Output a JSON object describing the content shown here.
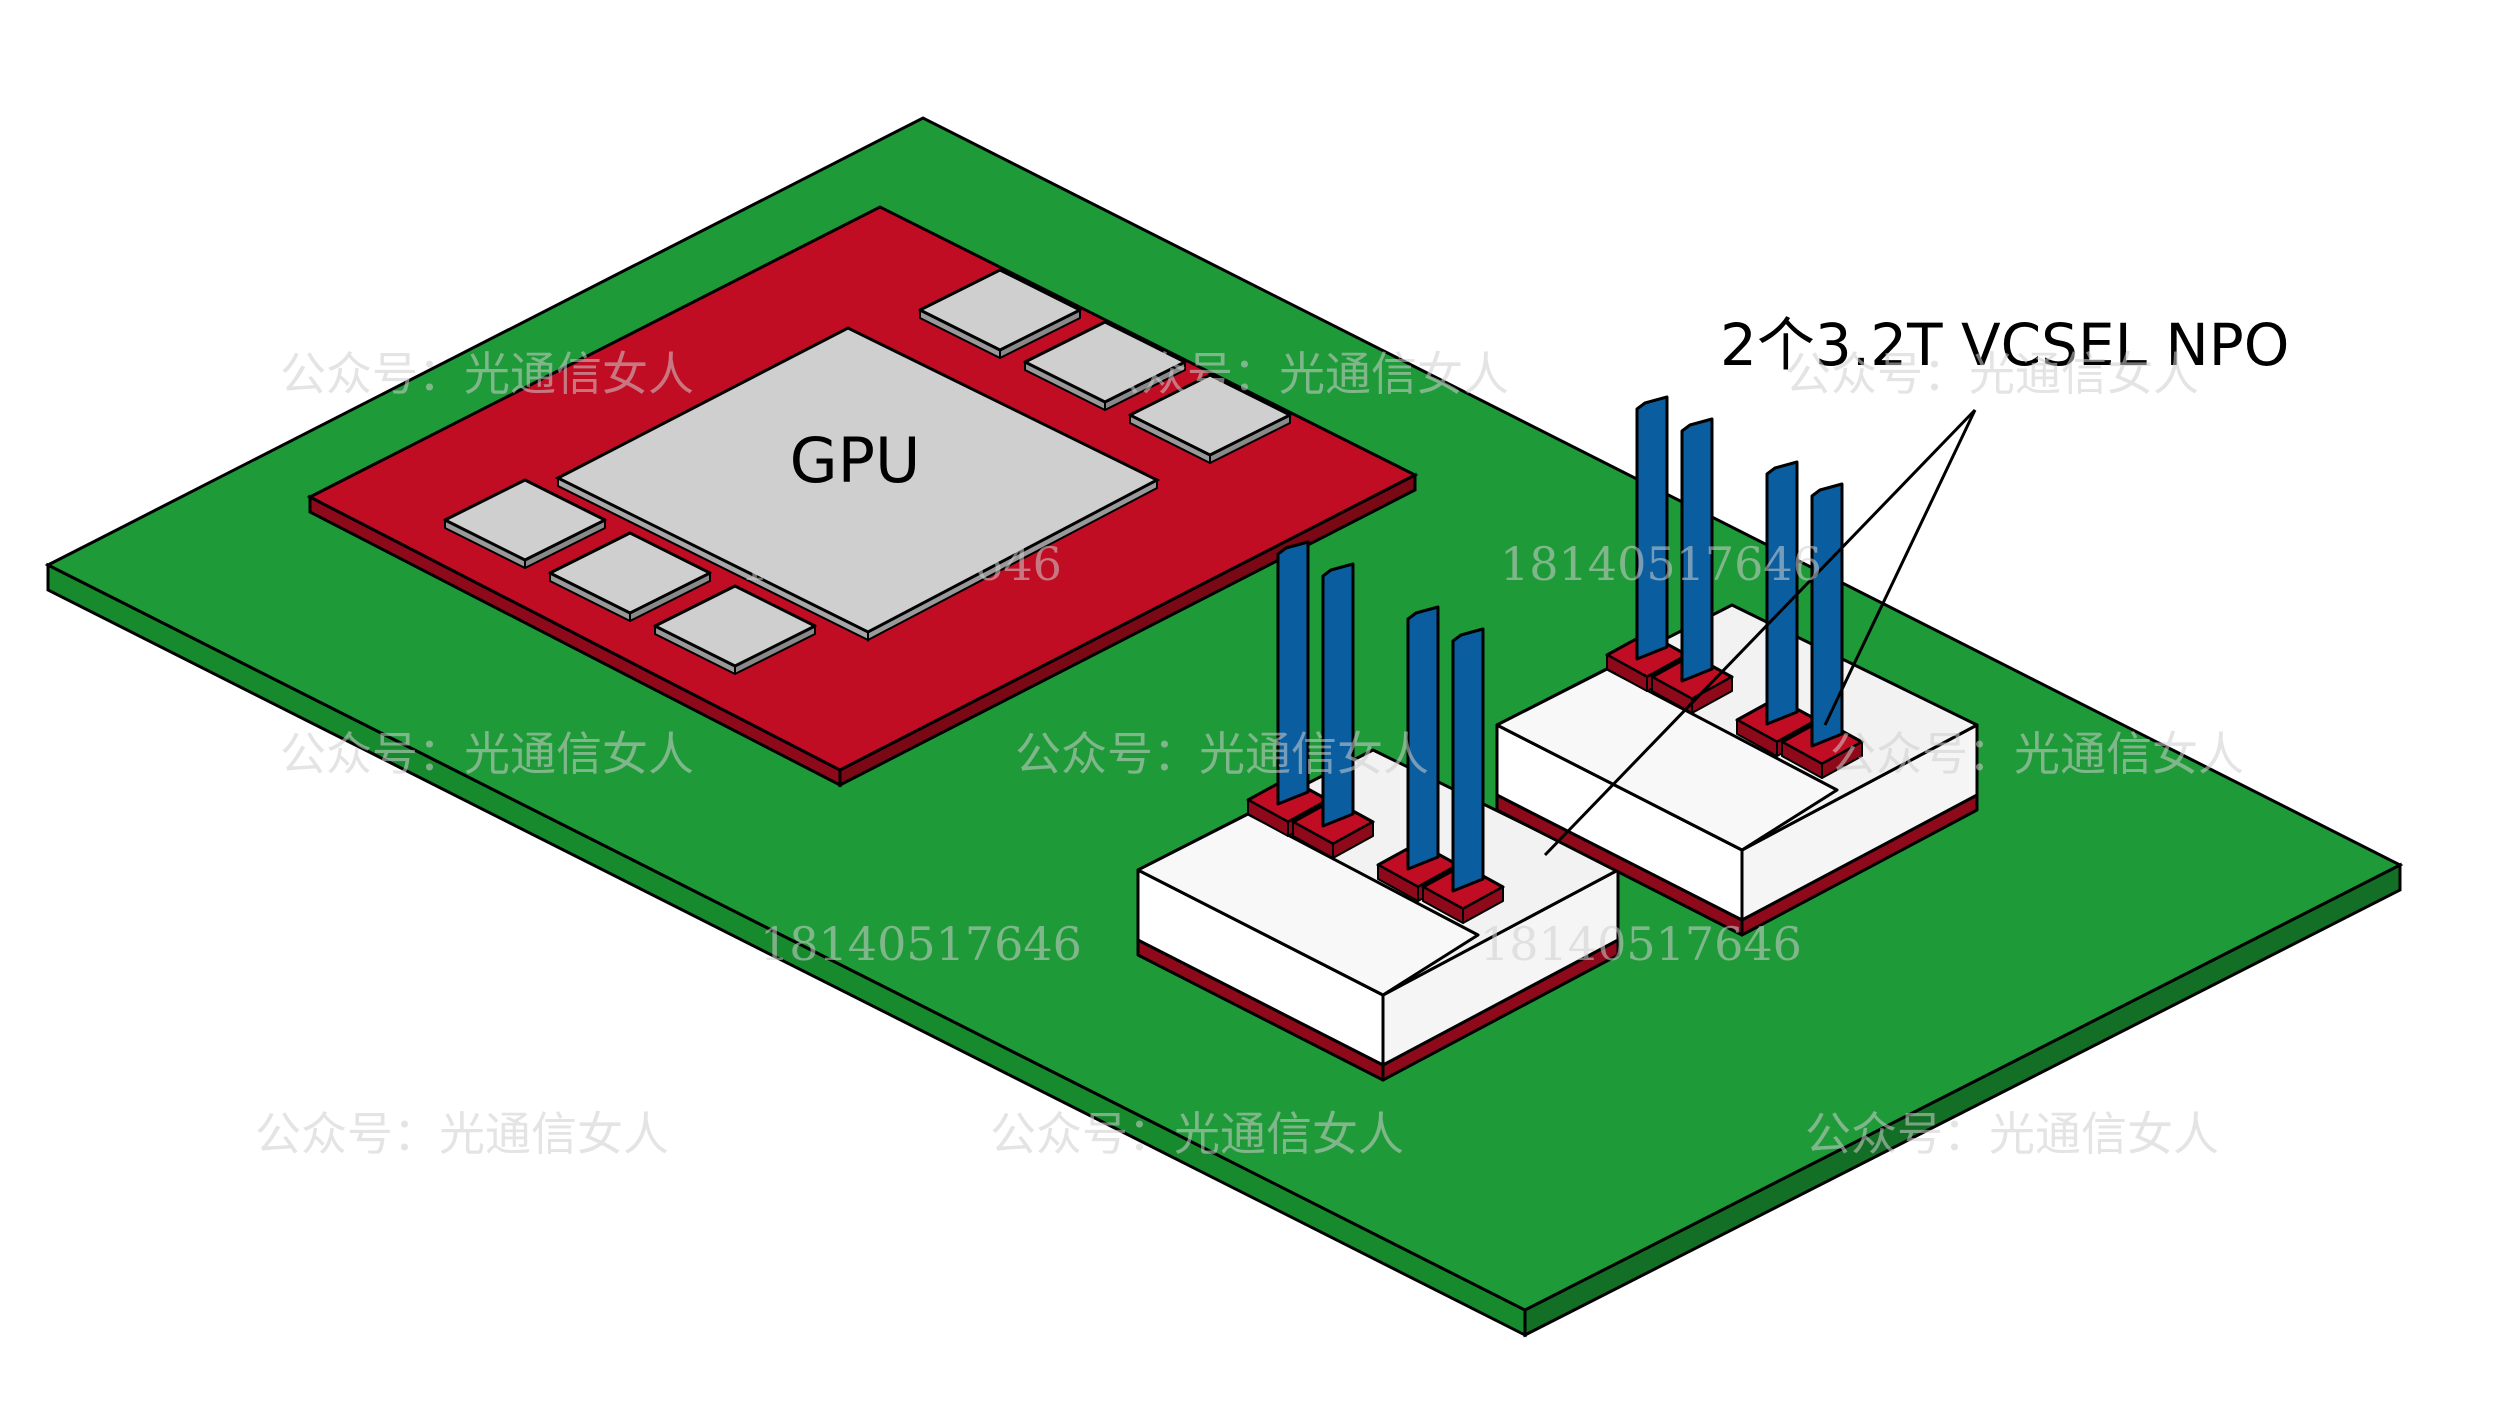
{
  "diagram": {
    "title_hidden": "",
    "labels": {
      "gpu": "GPU",
      "npo_callout": "2个3.2T VCSEL NPO"
    },
    "components": [
      {
        "id": "pcb-board",
        "kind": "board",
        "color": "#1f9a38"
      },
      {
        "id": "gpu-substrate",
        "kind": "substrate",
        "color": "#c00d23"
      },
      {
        "id": "gpu-die",
        "kind": "die",
        "color": "#d0cfd0"
      },
      {
        "id": "hbm-stacks",
        "kind": "memory",
        "count": 6,
        "color": "#d0cfd0"
      },
      {
        "id": "npo-module-1",
        "kind": "optical-module",
        "color": "#f2f2f2",
        "fibers": 4,
        "fiber_color": "#0a5ea0"
      },
      {
        "id": "npo-module-2",
        "kind": "optical-module",
        "color": "#f2f2f2",
        "fibers": 4,
        "fiber_color": "#0a5ea0"
      }
    ],
    "watermarks": {
      "account": "公众号：光通信女人",
      "phone": "18140517646"
    },
    "colors": {
      "board": "#1f9a38",
      "board_side": "#178a2e",
      "substrate": "#c00d23",
      "substrate_side": "#8e0a1a",
      "chip": "#d0cfd0",
      "module": "#f2f2f2",
      "fiber": "#0a5ea0",
      "outline": "#000000"
    }
  }
}
